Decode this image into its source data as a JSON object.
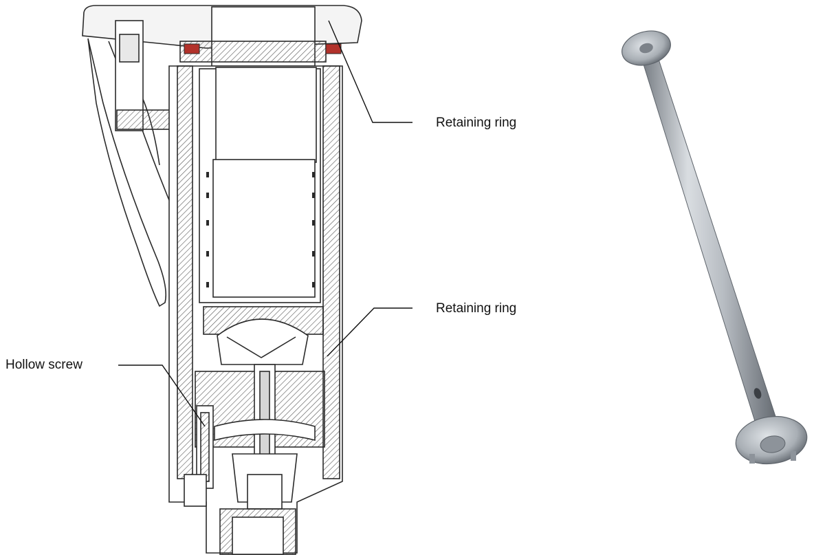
{
  "labels": {
    "retaining_ring_top": "Retaining ring",
    "retaining_ring_middle": "Retaining ring",
    "hollow_screw": "Hollow screw"
  },
  "colors": {
    "line": "#2a2a2a",
    "hatch": "#555555",
    "seal": "#b2322b",
    "tool_metal": "#b7bcc2",
    "tool_dark": "#6e747b"
  }
}
